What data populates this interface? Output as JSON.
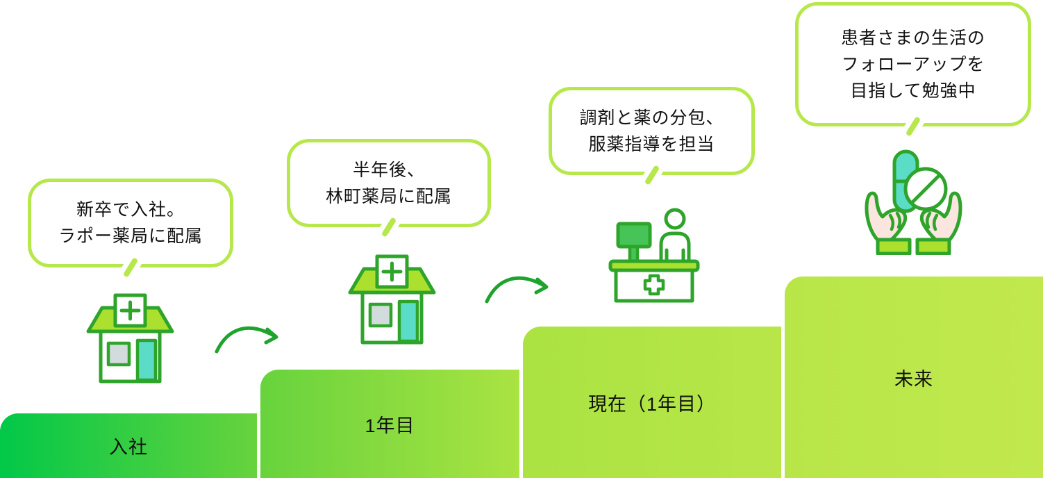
{
  "colors": {
    "line_green": "#2ea42b",
    "arrow_green": "#1ea32c",
    "lime": "#abe02f",
    "teal": "#5bdcc6",
    "window_gray": "#d3dcdc",
    "skin": "#fae5df",
    "monitor_green": "#46c457",
    "bubble_border": "#b7e84b",
    "gradient_start": "#02c848",
    "gradient_mid1": "#67d33d",
    "gradient_mid2": "#aae342",
    "gradient_mid3": "#b8e648",
    "gradient_end": "#c1e94e",
    "text": "#111111"
  },
  "steps": [
    {
      "id": "nyusha",
      "label": "入社",
      "bubble": [
        "新卒で入社。",
        "ラポー薬局に配属"
      ],
      "icon": "pharmacy-storefront-icon"
    },
    {
      "id": "year1",
      "label": "1年目",
      "bubble": [
        "半年後、",
        "林町薬局に配属"
      ],
      "icon": "pharmacy-storefront-icon"
    },
    {
      "id": "current",
      "label": "現在（1年目）",
      "bubble": [
        "調剤と薬の分包、",
        "服薬指導を担当"
      ],
      "icon": "pharmacy-counter-icon"
    },
    {
      "id": "future",
      "label": "未来",
      "bubble": [
        "患者さまの生活の",
        "フォローアップを",
        "目指して勉強中"
      ],
      "icon": "hands-holding-medicine-icon"
    }
  ]
}
